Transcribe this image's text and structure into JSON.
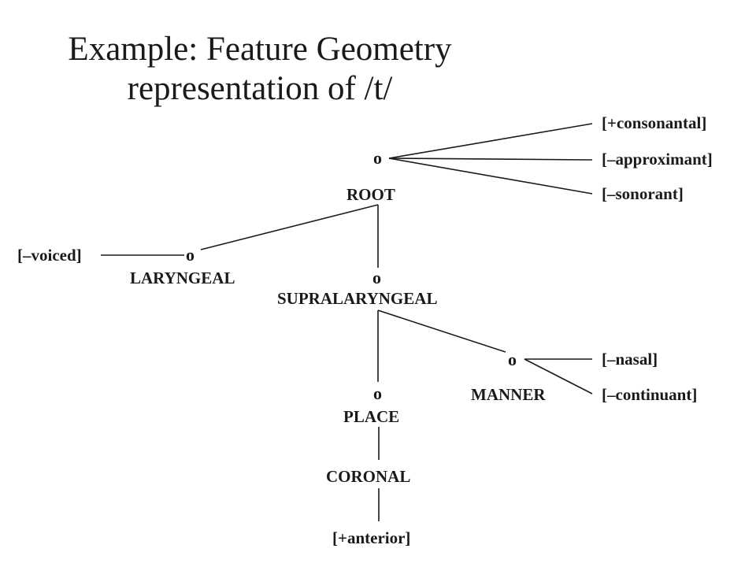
{
  "title": {
    "line1": "Example: Feature Geometry",
    "line2": "representation of /t/"
  },
  "nodes": {
    "root": {
      "marker": "o",
      "label": "ROOT"
    },
    "laryngeal": {
      "marker": "o",
      "label": "LARYNGEAL"
    },
    "supralaryngeal": {
      "marker": "o",
      "label": "SUPRALARYNGEAL"
    },
    "manner": {
      "marker": "o",
      "label": "MANNER"
    },
    "place": {
      "marker": "o",
      "label": "PLACE"
    },
    "coronal": {
      "label": "CORONAL"
    }
  },
  "features": {
    "consonantal": "[+consonantal]",
    "approximant": "[–approximant]",
    "sonorant": "[–sonorant]",
    "voiced": "[–voiced]",
    "nasal": "[–nasal]",
    "continuant": "[–continuant]",
    "anterior": "[+anterior]"
  }
}
